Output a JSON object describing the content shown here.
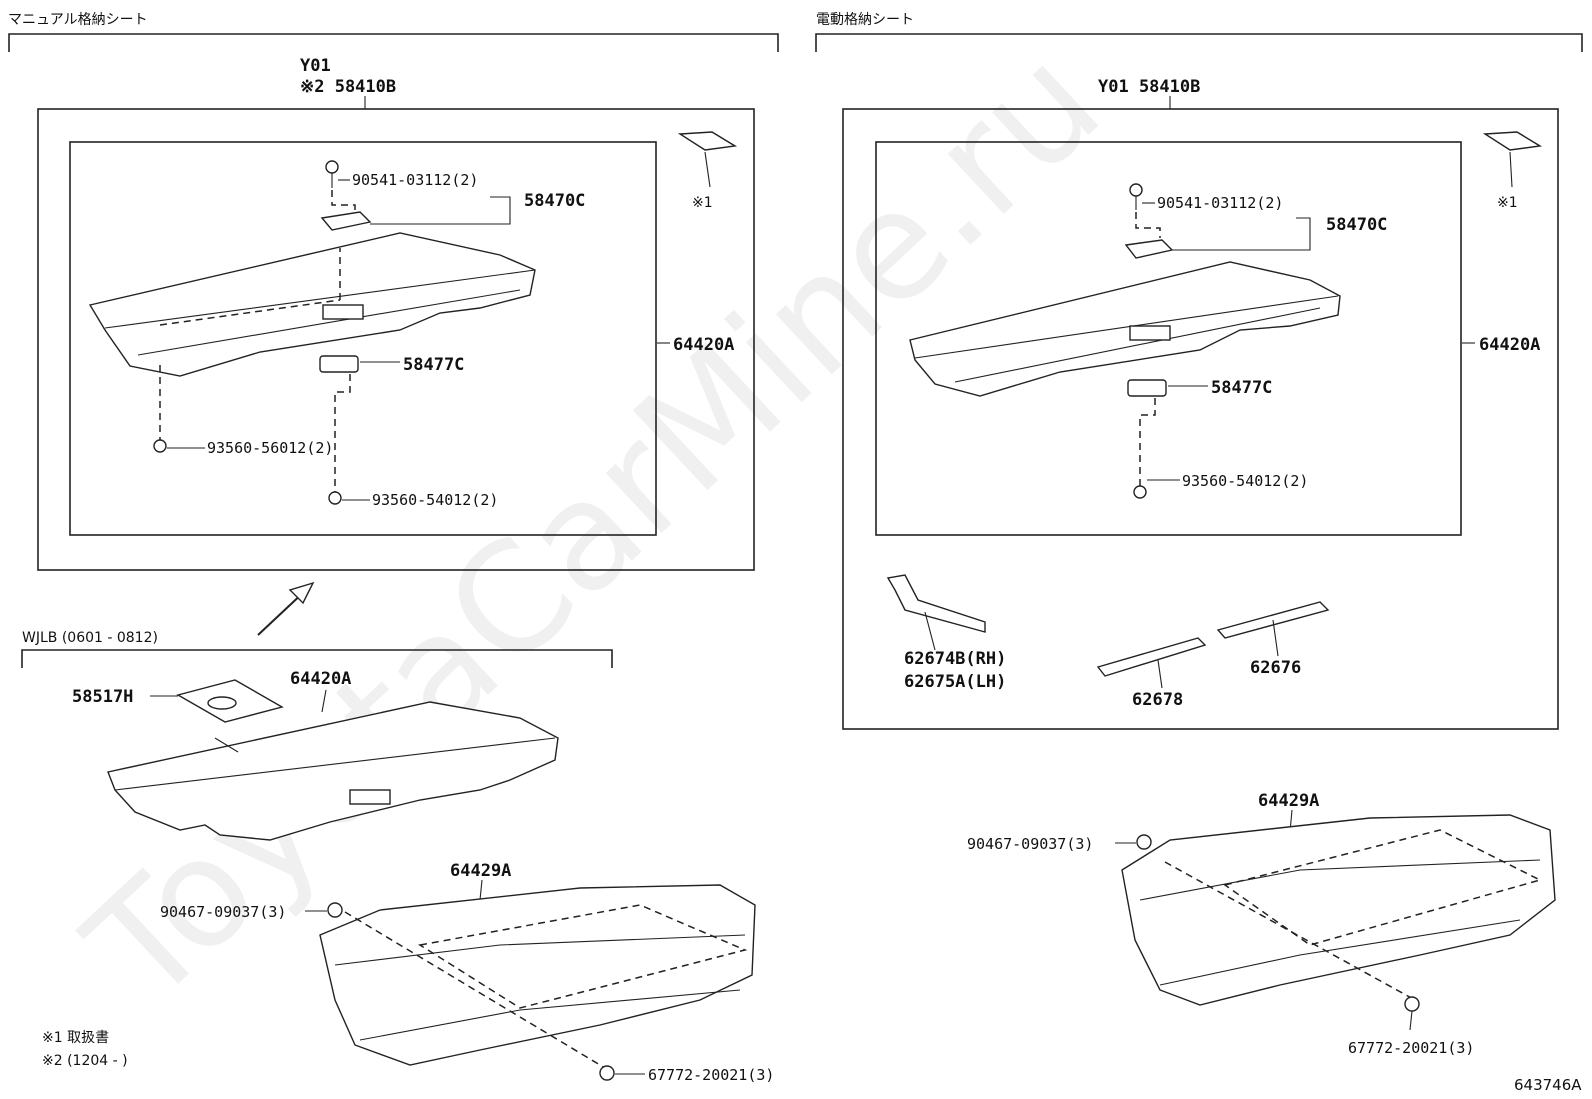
{
  "sections": {
    "manual": "マニュアル格納シート",
    "electric": "電動格納シート",
    "wjlb": "WJLB (0601 - 0812)"
  },
  "watermark": "ToyotaCarMine.ru",
  "figure_id": "643746A",
  "left": {
    "y01": "Y01",
    "assembly": "※2 58410B",
    "note1": "※1",
    "p_screw": "90541-03112(2)",
    "p_hook": "58470C",
    "p_board": "64420A",
    "p_cap": "58477C",
    "p_bolt1": "93560-56012(2)",
    "p_bolt2": "93560-54012(2)"
  },
  "right": {
    "assembly": "Y01 58410B",
    "note1": "※1",
    "p_screw": "90541-03112(2)",
    "p_hook": "58470C",
    "p_board": "64420A",
    "p_cap": "58477C",
    "p_bolt": "93560-54012(2)",
    "p_bracket_rh": "62674B(RH)",
    "p_bracket_lh": "62675A(LH)",
    "p_strip1": "62678",
    "p_strip2": "62676",
    "p_tub": "64429A",
    "p_clip": "90467-09037(3)",
    "p_grommet": "67772-20021(3)"
  },
  "lower": {
    "p_mat": "58517H",
    "p_board": "64420A",
    "p_tub": "64429A",
    "p_clip": "90467-09037(3)",
    "p_grommet": "67772-20021(3)"
  },
  "notes": {
    "n1": "※1 取扱書",
    "n2": "※2 (1204 -    )"
  }
}
